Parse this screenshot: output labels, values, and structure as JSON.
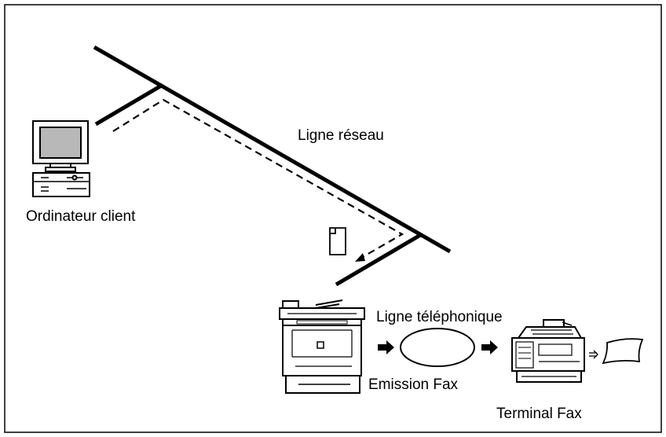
{
  "labels": {
    "network_line": "Ligne réseau",
    "client_computer": "Ordinateur client",
    "phone_line": "Ligne téléphonique",
    "fax_emission": "Emission Fax",
    "fax_terminal": "Terminal Fax"
  },
  "icons": {
    "computer": "desktop-computer-icon",
    "document": "document-icon",
    "mfp": "multifunction-printer-icon",
    "fax": "fax-machine-icon",
    "paper": "paper-sheet-icon"
  },
  "colors": {
    "line": "#000000",
    "screen": "#b8b8b8",
    "background": "#ffffff"
  }
}
